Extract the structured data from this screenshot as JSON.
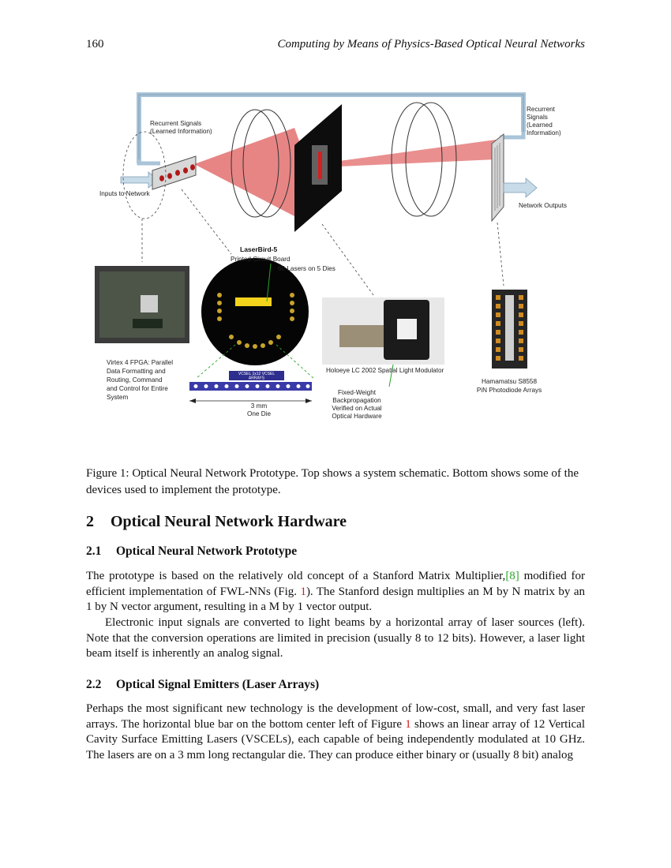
{
  "header": {
    "page_number": "160",
    "running_title": "Computing by Means of Physics-Based Optical Neural Networks"
  },
  "figure": {
    "labels": {
      "recurrent_left": [
        "Recurrent Signals",
        "(Learned Information)"
      ],
      "recurrent_right": [
        "Recurrent",
        "Signals",
        "(Learned",
        "Information)"
      ],
      "inputs": "Inputs to Network",
      "outputs": "Network Outputs",
      "laserbird": "LaserBird-5",
      "pcb": "Printed Circuit Board",
      "lasers": "60 Lasers on 5 Dies",
      "fpga": [
        "Virtex 4 FPGA: Parallel",
        "Data Formatting and",
        "Routing, Command",
        "and Control for Entire",
        "System"
      ],
      "slm": "Holoeye LC 2002 Spatial Light Modulator",
      "photodiode": [
        "Hamamatsu S8558",
        "PiN Photodiode Arrays"
      ],
      "die": [
        "3 mm",
        "One Die"
      ],
      "backprop": [
        "Fixed-Weight",
        "Backpropagation",
        "Verified on Actual",
        "Optical Hardware"
      ],
      "vcsel_tag": [
        "VCSEL 1x12 VCSEL",
        "ARRAYS"
      ]
    },
    "colors": {
      "beam": "#d42020",
      "pipe": "#a9c4d8",
      "vcsel": "#3a3aa8"
    }
  },
  "caption": "Figure 1: Optical Neural Network Prototype. Top shows a system schematic. Bottom shows some of the devices used to implement the prototype.",
  "section": {
    "number": "2",
    "title": "Optical Neural Network Hardware"
  },
  "subsections": [
    {
      "number": "2.1",
      "title": "Optical Neural Network Prototype",
      "p1_a": "The prototype is based on the relatively old concept of a Stanford Matrix Multiplier,",
      "p1_cite": "[8]",
      "p1_b": " modified for efficient implementation of FWL-NNs (Fig. ",
      "p1_ref": "1",
      "p1_c": "). The Stanford design multiplies an M by N matrix by an 1 by N vector argument, resulting in a M by 1 vector output.",
      "p2": "Electronic input signals are converted to light beams by a horizontal array of laser sources (left). Note that the conversion operations are limited in precision (usually 8 to 12 bits). However, a laser light beam itself is inherently an analog signal."
    },
    {
      "number": "2.2",
      "title": "Optical Signal Emitters (Laser Arrays)",
      "p1_a": "Perhaps the most significant new technology is the development of low-cost, small, and very fast laser arrays. The horizontal blue bar on the bottom center left of Figure ",
      "p1_ref": "1",
      "p1_b": " shows an linear array of 12 Vertical Cavity Surface Emitting Lasers (VSCELs), each capable of being independently modulated at 10 GHz. The lasers are on a 3 mm long rectangular die. They can produce either binary or (usually 8 bit) analog"
    }
  ]
}
